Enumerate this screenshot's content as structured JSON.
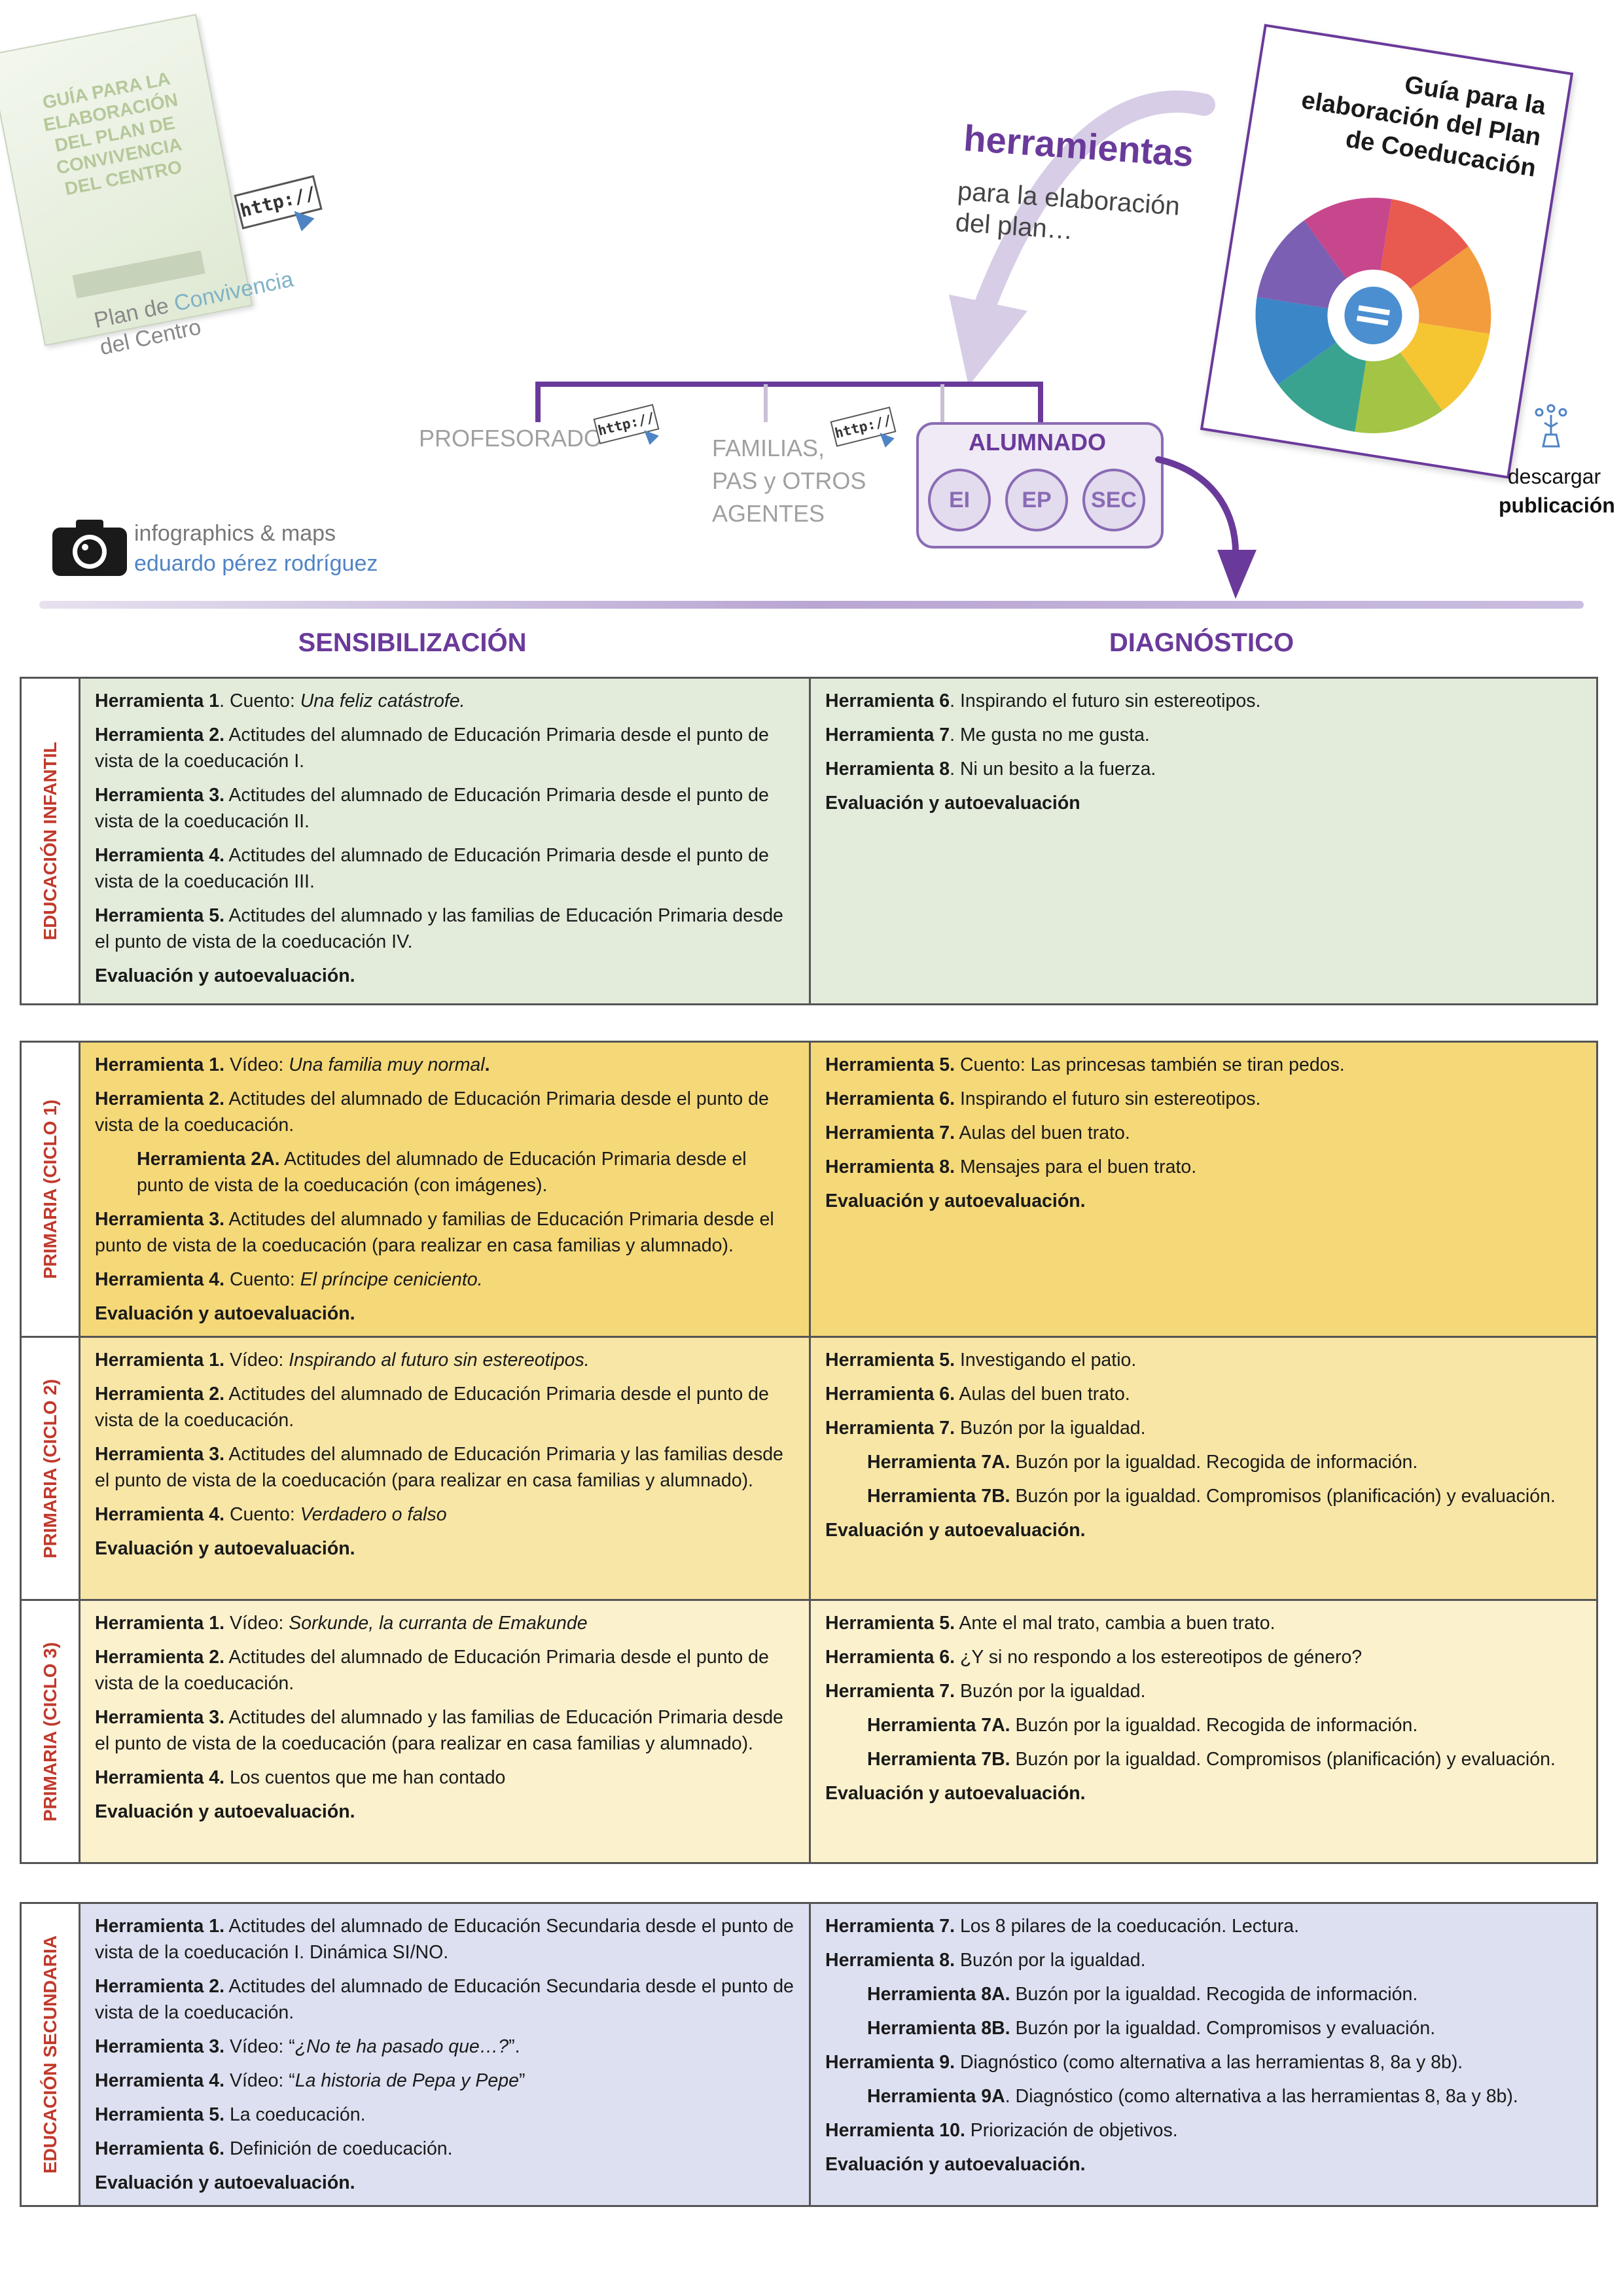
{
  "header": {
    "convivencia": {
      "cover_title": "GUÍA PARA LA\nELABORACIÓN\nDEL PLAN DE\nCONVIVENCIA\nDEL CENTRO",
      "caption_line1_prefix": "Plan de ",
      "caption_line1_accent": "Convivencia",
      "caption_line2": "del Centro",
      "http_label": "http://"
    },
    "tools_title": "herramientas",
    "tools_subtitle_line1": "para la elaboración",
    "tools_subtitle_line2": "del plan…",
    "guide_cover_title": "Guía para la\nelaboración del Plan\nde Coeducación",
    "download": {
      "line1": "descargar",
      "line2": "publicación",
      "icon": "touch-click-icon"
    },
    "tree": {
      "profesorado": "PROFESORADO",
      "familias_line1": "FAMILIAS,",
      "familias_line2": "PAS y OTROS",
      "familias_line3": "AGENTES",
      "alumnado": "ALUMNADO",
      "stages": [
        "EI",
        "EP",
        "SEC"
      ],
      "http_label": "http://"
    },
    "credit": {
      "line1": "infographics & maps",
      "line2": "eduardo pérez rodríguez",
      "icon": "camera-icon"
    },
    "colors": {
      "purple": "#6a3a9a",
      "lavender": "#8a6bb5",
      "red": "#c0392b"
    }
  },
  "columns": {
    "left": "SENSIBILIZACIÓN",
    "right": "DIAGNÓSTICO"
  },
  "sections": {
    "infantil": {
      "stage": "EDUCACIÓN INFANTIL",
      "left": [
        {
          "label": "Herramienta 1",
          "sep": ". ",
          "text": "Cuento: ",
          "italic": "Una feliz catástrofe."
        },
        {
          "label": "Herramienta 2.",
          "sep": " ",
          "text": "Actitudes del alumnado de Educación Primaria desde el punto de vista de la coeducación I."
        },
        {
          "label": "Herramienta 3.",
          "sep": " ",
          "text": "Actitudes del alumnado de Educación Primaria desde el punto de vista de la coeducación II."
        },
        {
          "label": "Herramienta 4.",
          "sep": " ",
          "text": "Actitudes del alumnado de Educación Primaria desde el punto de vista de la coeducación III."
        },
        {
          "label": "Herramienta 5.",
          "sep": " ",
          "text": "Actitudes del alumnado y las familias de Educación Primaria desde el punto de vista de la coeducación IV."
        },
        {
          "label": "Evaluación y autoevaluación."
        }
      ],
      "right": [
        {
          "label": "Herramienta 6",
          "sep": ". ",
          "text": "Inspirando el futuro sin estereotipos."
        },
        {
          "label": "Herramienta 7",
          "sep": ". ",
          "text": "Me gusta no me gusta."
        },
        {
          "label": "Herramienta 8",
          "sep": ". ",
          "text": "Ni un besito a la fuerza."
        },
        {
          "label": "Evaluación y autoevaluación"
        }
      ]
    },
    "ciclo1": {
      "stage": "PRIMARIA (CICLO 1)",
      "left": [
        {
          "label": "Herramienta 1.",
          "sep": "  ",
          "text": "Vídeo: ",
          "italic": "Una familia muy normal",
          "bold_tail": "."
        },
        {
          "label": "Herramienta 2.",
          "sep": " ",
          "text": "Actitudes del alumnado de Educación Primaria desde el punto de vista de la coeducación."
        },
        {
          "label": "Herramienta 2A.",
          "sep": "  ",
          "text": "Actitudes del alumnado de Educación Primaria desde el punto de vista de la coeducación (con imágenes).",
          "indent": true
        },
        {
          "label": "Herramienta 3.",
          "sep": " ",
          "text": "Actitudes del alumnado y familias de Educación Primaria desde el punto de vista de la coeducación (para realizar en casa familias y alumnado)."
        },
        {
          "label": "Herramienta 4.",
          "sep": " ",
          "text": "Cuento: ",
          "italic": "El príncipe ceniciento."
        },
        {
          "label": "Evaluación y autoevaluación."
        }
      ],
      "right": [
        {
          "label": "Herramienta 5.",
          "sep": " ",
          "text": "Cuento: Las princesas también se tiran pedos."
        },
        {
          "label": "Herramienta 6.",
          "sep": " ",
          "text": "Inspirando el futuro sin estereotipos."
        },
        {
          "label": "Herramienta 7.",
          "sep": " ",
          "text": "Aulas del buen trato."
        },
        {
          "label": "Herramienta 8.",
          "sep": " ",
          "text": "Mensajes para el buen trato."
        },
        {
          "label": "Evaluación y autoevaluación."
        }
      ]
    },
    "ciclo2": {
      "stage": "PRIMARIA (CICLO 2)",
      "left": [
        {
          "label": "Herramienta 1.",
          "sep": " ",
          "text": "Vídeo: ",
          "italic": "Inspirando al futuro sin estereotipos."
        },
        {
          "label": "Herramienta 2.",
          "sep": " ",
          "text": "Actitudes del alumnado de Educación Primaria desde el punto de vista de la coeducación."
        },
        {
          "label": "Herramienta 3.",
          "sep": " ",
          "text": "Actitudes del alumnado de Educación Primaria y las familias desde el punto de vista de la coeducación (para realizar en casa familias y alumnado)."
        },
        {
          "label": "Herramienta 4.",
          "sep": " ",
          "text": "Cuento: ",
          "italic": "Verdadero o falso"
        },
        {
          "label": "Evaluación y autoevaluación."
        }
      ],
      "right": [
        {
          "label": "Herramienta 5.",
          "sep": " ",
          "text": "Investigando el patio."
        },
        {
          "label": "Herramienta 6.",
          "sep": " ",
          "text": "Aulas del buen trato."
        },
        {
          "label": "Herramienta 7.",
          "sep": " ",
          "text": "Buzón por la igualdad."
        },
        {
          "label": "Herramienta 7A.",
          "sep": " ",
          "text": "Buzón por la igualdad. Recogida de información.",
          "indent": true
        },
        {
          "label": "Herramienta 7B.",
          "sep": " ",
          "text": "Buzón por la igualdad. Compromisos (planificación) y evaluación.",
          "indent": true
        },
        {
          "label": "Evaluación y autoevaluación."
        }
      ]
    },
    "ciclo3": {
      "stage": "PRIMARIA (CICLO 3)",
      "left": [
        {
          "label": "Herramienta 1.",
          "sep": " ",
          "text": "Vídeo: ",
          "italic": "Sorkunde, la curranta de Emakunde"
        },
        {
          "label": "Herramienta 2.",
          "sep": " ",
          "text": "Actitudes del alumnado de Educación Primaria desde el punto de vista de la coeducación."
        },
        {
          "label": "Herramienta 3.",
          "sep": " ",
          "text": "Actitudes del alumnado y las familias de Educación Primaria desde el punto de vista de la coeducación (para realizar en casa familias y alumnado)."
        },
        {
          "label": "Herramienta 4.",
          "sep": " ",
          "text": "Los cuentos que me han contado"
        },
        {
          "label": "Evaluación y autoevaluación."
        }
      ],
      "right": [
        {
          "label": "Herramienta 5.",
          "sep": " ",
          "text": "Ante el mal trato, cambia a buen trato."
        },
        {
          "label": "Herramienta 6.",
          "sep": " ",
          "text": "¿Y si no respondo a los estereotipos de género?"
        },
        {
          "label": "Herramienta 7.",
          "sep": " ",
          "text": "Buzón por la igualdad."
        },
        {
          "label": "Herramienta 7A.",
          "sep": " ",
          "text": "Buzón por la igualdad. Recogida de información.",
          "indent": true
        },
        {
          "label": "Herramienta 7B.",
          "sep": " ",
          "text": "Buzón por la igualdad. Compromisos (planificación) y evaluación.",
          "indent": true
        },
        {
          "label": "Evaluación y autoevaluación."
        }
      ]
    },
    "secundaria": {
      "stage": "EDUCACIÓN SECUNDARIA",
      "left": [
        {
          "label": "Herramienta 1.",
          "sep": " ",
          "text": "Actitudes del alumnado de Educación Secundaria desde el punto de vista de la coeducación I. Dinámica SI/NO."
        },
        {
          "label": "Herramienta 2.",
          "sep": " ",
          "text": "Actitudes del alumnado de Educación Secundaria desde el punto de vista de la coeducación."
        },
        {
          "label": "Herramienta 3.",
          "sep": " ",
          "text": "Vídeo: “",
          "italic": "¿No te ha pasado que…?",
          "tail": "”."
        },
        {
          "label": "Herramienta 4.",
          "sep": " ",
          "text": "Vídeo: “",
          "italic": "La historia de Pepa y Pepe",
          "tail": "”"
        },
        {
          "label": "Herramienta 5.",
          "sep": " ",
          "text": "La coeducación."
        },
        {
          "label": "Herramienta 6.",
          "sep": " ",
          "text": "Definición de coeducación."
        },
        {
          "label": "Evaluación y autoevaluación."
        }
      ],
      "right": [
        {
          "label": "Herramienta 7.",
          "sep": " ",
          "text": "Los 8 pilares de la coeducación. Lectura."
        },
        {
          "label": "Herramienta 8.",
          "sep": " ",
          "text": "Buzón por la igualdad."
        },
        {
          "label": "Herramienta 8A.",
          "sep": " ",
          "text": "Buzón por la igualdad. Recogida de información.",
          "indent": true
        },
        {
          "label": "Herramienta 8B.",
          "sep": " ",
          "text": "Buzón por la igualdad. Compromisos y evaluación.",
          "indent": true
        },
        {
          "label": "Herramienta 9.",
          "sep": " ",
          "text": "Diagnóstico (como alternativa a las herramientas 8, 8a y 8b)."
        },
        {
          "label": "Herramienta 9A",
          "sep": ". ",
          "text": "Diagnóstico (como alternativa a las herramientas 8, 8a y 8b).",
          "indent": true
        },
        {
          "label": "Herramienta 10.",
          "sep": " ",
          "text": "Priorización de objetivos."
        },
        {
          "label": "Evaluación y autoevaluación."
        }
      ]
    }
  }
}
